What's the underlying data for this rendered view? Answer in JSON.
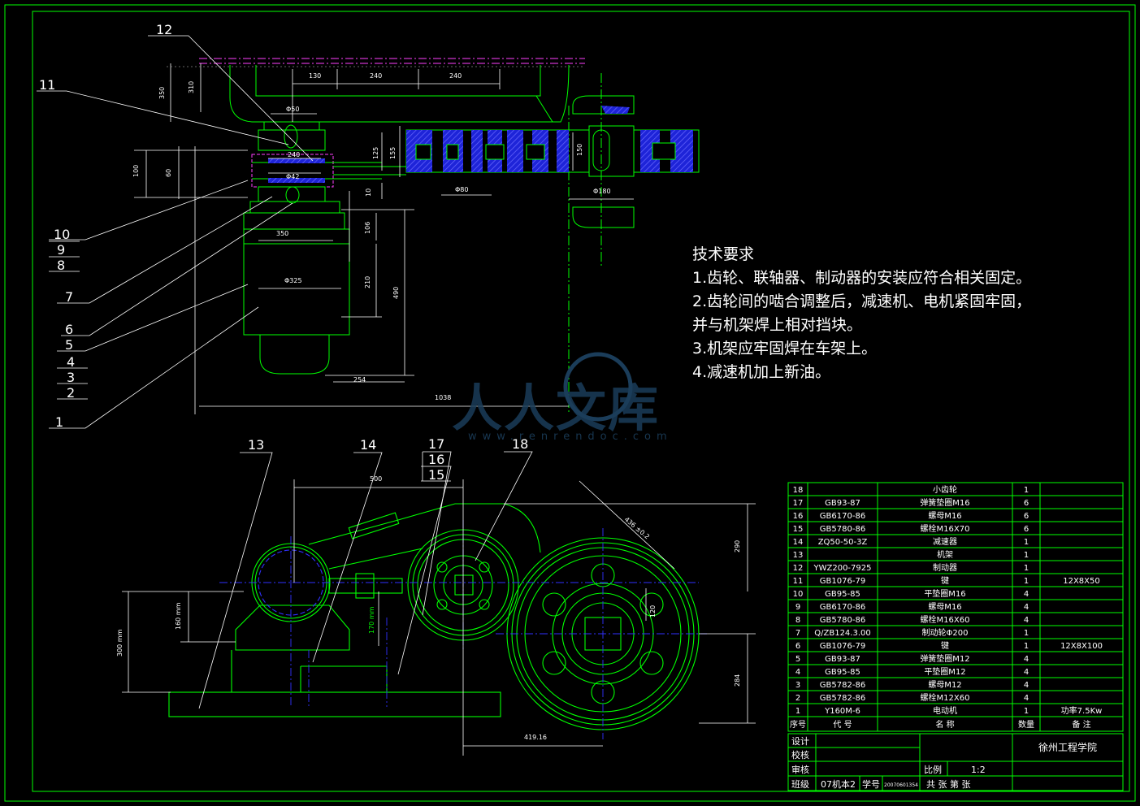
{
  "tech_requirements": {
    "title": "技术要求",
    "items": [
      "1.齿轮、联轴器、制动器的安装应符合相关固定。",
      "2.齿轮间的啮合调整后，减速机、电机紧固牢固，",
      "并与机架焊上相对挡块。",
      "3.机架应牢固焊在车架上。",
      "4.减速机加上新油。"
    ]
  },
  "watermark": {
    "text": "人人文库",
    "url": "www.renrendoc.com"
  },
  "part_callouts_top": [
    "12",
    "11",
    "10",
    "9",
    "8",
    "7",
    "6",
    "5",
    "4",
    "3",
    "2",
    "1"
  ],
  "part_callouts_bottom": [
    "13",
    "14",
    "17",
    "16",
    "15",
    "18"
  ],
  "dimensions_top": {
    "d130": "130",
    "d240a": "240",
    "d240b": "240",
    "d350v": "350",
    "d310": "310",
    "phi50": "Φ50",
    "d240s": "240",
    "phi42": "Φ42",
    "d100": "100",
    "d60": "60",
    "d125": "125",
    "d155": "155",
    "d10": "10",
    "d150": "150",
    "phi80": "Φ80",
    "phi180": "Φ180",
    "d350h": "350",
    "d106": "106",
    "phi325": "Φ325",
    "d210": "210",
    "d490": "490",
    "d254": "254",
    "d1038": "1038"
  },
  "dimensions_bottom": {
    "d500": "500",
    "d436": "436 ±0.2",
    "d290": "290",
    "d160": "160 mm",
    "d300": "300 mm",
    "d170": "170 mm",
    "d120": "120",
    "d284": "284",
    "d419": "419.16"
  },
  "bom": {
    "header": [
      "序号",
      "代 号",
      "名 称",
      "数量",
      "备 注"
    ],
    "rows": [
      [
        "18",
        "",
        "小齿轮",
        "1",
        ""
      ],
      [
        "17",
        "GB93-87",
        "弹簧垫圈M16",
        "6",
        ""
      ],
      [
        "16",
        "GB6170-86",
        "螺母M16",
        "6",
        ""
      ],
      [
        "15",
        "GB5780-86",
        "螺栓M16X70",
        "6",
        ""
      ],
      [
        "14",
        "ZQ50-50-3Z",
        "减速器",
        "1",
        ""
      ],
      [
        "13",
        "",
        "机架",
        "1",
        ""
      ],
      [
        "12",
        "YWZ200-7925",
        "制动器",
        "1",
        ""
      ],
      [
        "11",
        "GB1076-79",
        "键",
        "1",
        "12X8X50"
      ],
      [
        "10",
        "GB95-85",
        "平垫圈M16",
        "4",
        ""
      ],
      [
        "9",
        "GB6170-86",
        "螺母M16",
        "4",
        ""
      ],
      [
        "8",
        "GB5780-86",
        "螺栓M16X60",
        "4",
        ""
      ],
      [
        "7",
        "Q/ZB124.3.00",
        "制动轮Φ200",
        "1",
        ""
      ],
      [
        "6",
        "GB1076-79",
        "键",
        "1",
        "12X8X100"
      ],
      [
        "5",
        "GB93-87",
        "弹簧垫圈M12",
        "4",
        ""
      ],
      [
        "4",
        "GB95-85",
        "平垫圈M12",
        "4",
        ""
      ],
      [
        "3",
        "GB5782-86",
        "螺母M12",
        "4",
        ""
      ],
      [
        "2",
        "GB5782-86",
        "螺栓M12X60",
        "4",
        ""
      ],
      [
        "1",
        "Y160M-6",
        "电动机",
        "1",
        "功率7.5Kw"
      ]
    ]
  },
  "title_block": {
    "design": "设计",
    "check": "校核",
    "review": "审核",
    "class_label": "班级",
    "class_value": "07机本2",
    "student_label": "学号",
    "student_no": "20070601354",
    "school": "徐州工程学院",
    "scale_label": "比例",
    "scale": "1:2",
    "sheets": "共  张  第  张"
  },
  "colors": {
    "frame": "#00ff00",
    "line": "#00ff00",
    "text": "#ffffff",
    "hatch": "#3030ff",
    "center": "#ff40ff"
  }
}
